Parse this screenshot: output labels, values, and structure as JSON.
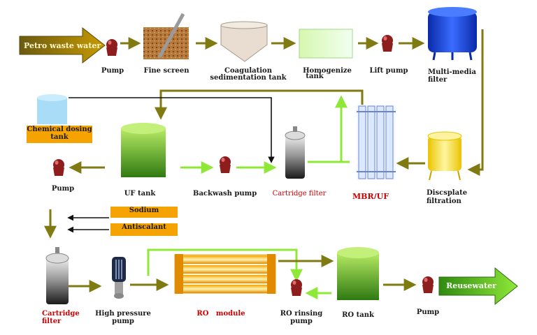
{
  "inputs": {
    "source": "Petro waste water",
    "output": "Reusewater"
  },
  "labels": {
    "pump1": "Pump",
    "fine_screen": "Fine screen",
    "coagulation_l1": "Coagulation",
    "coagulation_l2": "sedimentation tank",
    "homogenize_l1": "Homogenize",
    "homogenize_l2": "tank",
    "lift_pump": "Lift pump",
    "multimedia_l1": "Multi-media",
    "multimedia_l2": "filter",
    "chemical_dosing_l1": "Chemical dosing",
    "chemical_dosing_l2": "tank",
    "pump_left": "Pump",
    "uf_tank": "UF tank",
    "backwash_pump": "Backwash pump",
    "cartridge_filter_top": "Cartridge filter",
    "mbr_uf": "MBR/UF",
    "discsplate_l1": "Discsplate",
    "discsplate_l2": "filtration",
    "sodium": "Sodium",
    "antiscalant": "Antiscalant",
    "cartridge_l1": "Cartridge",
    "cartridge_l2": "filter",
    "hp_pump_l1": "High pressure",
    "hp_pump_l2": "pump",
    "ro_module": "RO   module",
    "ro_rinsing_l1": "RO rinsing",
    "ro_rinsing_l2": "pump",
    "ro_tank": "RO tank",
    "pump_end": "Pump"
  },
  "colors": {
    "flow_olive": "#7f7a12",
    "flow_lime": "#8fe838",
    "label_red": "#cc0000",
    "box_orange": "#f5a300",
    "pump_red": "#8e1e1e"
  }
}
